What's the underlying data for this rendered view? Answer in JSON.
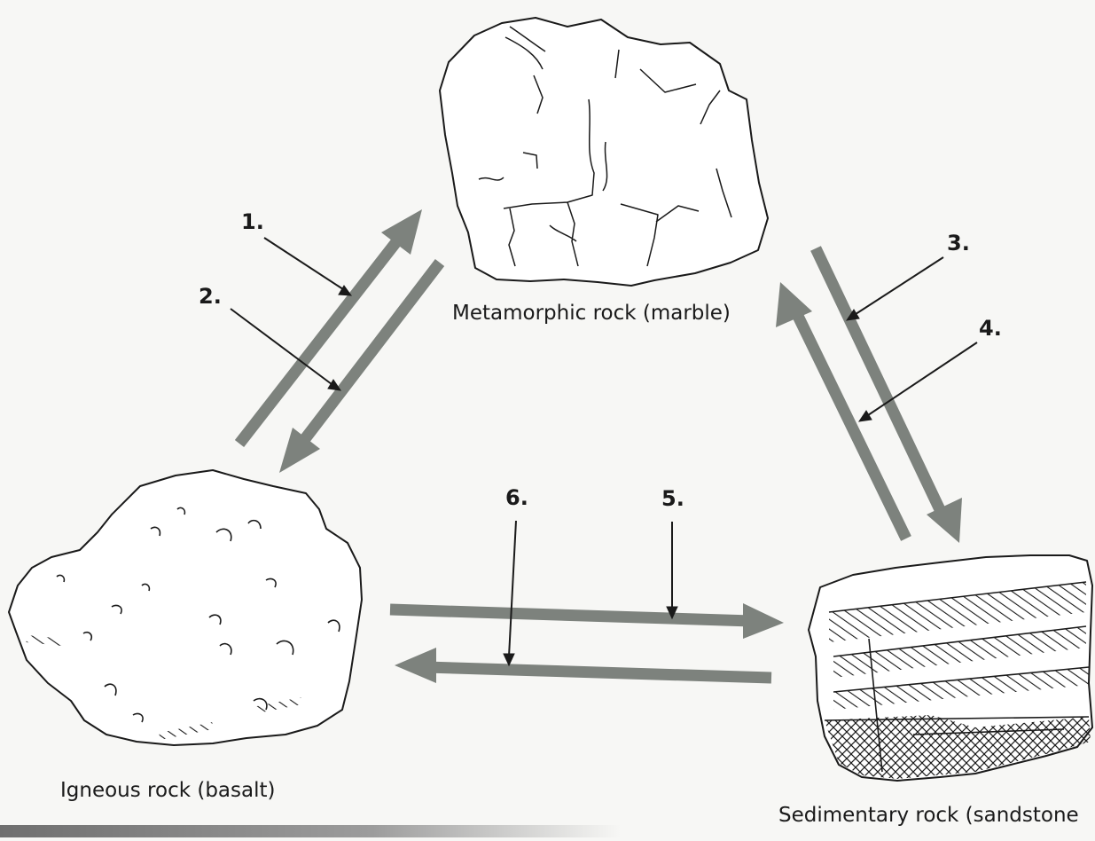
{
  "rocks": {
    "metamorphic": "Metamorphic rock (marble)",
    "igneous": "Igneous rock (basalt)",
    "sedimentary": "Sedimentary rock (sandstone"
  },
  "labels": [
    "1.",
    "2.",
    "3.",
    "4.",
    "5.",
    "6."
  ],
  "colors": {
    "arrow": "#7d827d",
    "leader": "#1a1a1a",
    "outline": "#1a1a1a",
    "background": "#f7f7f5"
  },
  "icons": {
    "metamorphic": "marble-rock-icon",
    "igneous": "basalt-rock-icon",
    "sedimentary": "sandstone-rock-icon"
  }
}
